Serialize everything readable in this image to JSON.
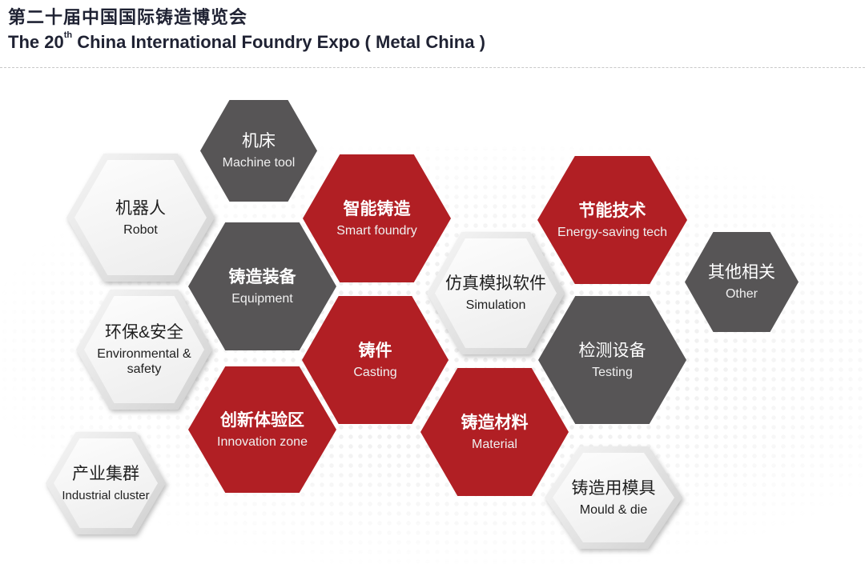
{
  "header": {
    "title_cn": "第二十届中国国际铸造博览会",
    "title_en_pre": "The 20",
    "title_en_sup": "th",
    "title_en_post": " China International Foundry Expo ( Metal China )"
  },
  "colors": {
    "red": "#b11f24",
    "dark": "#575556",
    "light": "#eeeeee"
  },
  "hexagons": [
    {
      "cn": "机床",
      "en": "Machine tool",
      "style": "dark"
    },
    {
      "cn": "机器人",
      "en": "Robot",
      "style": "light"
    },
    {
      "cn": "智能铸造",
      "en": "Smart foundry",
      "style": "red"
    },
    {
      "cn": "铸造装备",
      "en": "Equipment",
      "style": "dark"
    },
    {
      "cn": "环保&安全",
      "en": "Environmental & safety",
      "style": "light"
    },
    {
      "cn": "铸件",
      "en": "Casting",
      "style": "red"
    },
    {
      "cn": "创新体验区",
      "en": "Innovation zone",
      "style": "red"
    },
    {
      "cn": "产业集群",
      "en": "Industrial cluster",
      "style": "light"
    },
    {
      "cn": "仿真模拟软件",
      "en": "Simulation",
      "style": "light"
    },
    {
      "cn": "节能技术",
      "en": "Energy-saving tech",
      "style": "red"
    },
    {
      "cn": "铸造材料",
      "en": "Material",
      "style": "red"
    },
    {
      "cn": "检测设备",
      "en": "Testing",
      "style": "dark"
    },
    {
      "cn": "其他相关",
      "en": "Other",
      "style": "dark"
    },
    {
      "cn": "铸造用模具",
      "en": "Mould & die",
      "style": "light"
    }
  ]
}
